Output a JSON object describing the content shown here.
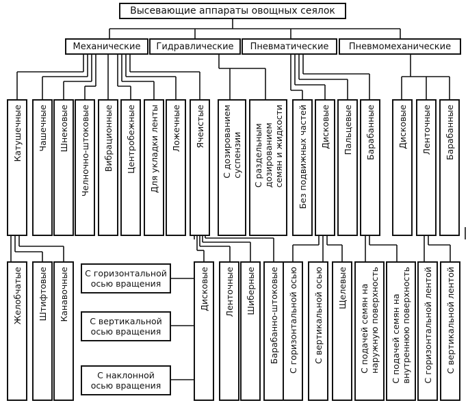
{
  "root": {
    "label": "Высевающие аппараты овощных сеялок"
  },
  "groups": {
    "mechanical": "Механические",
    "hydraulic": "Гидравлические",
    "pneumatic": "Пневматические",
    "pneumomechanical": "Пневмомеханические"
  },
  "level2": {
    "katushechnye": "Катушечные",
    "chashechnye": "Чашечные",
    "shnekovye": "Шнековые",
    "chelnochno": "Челночно-штоковые",
    "vibracionnye": "Вибрационные",
    "centrobezhnye": "Центробежные",
    "ukladka": "Для укладки ленты",
    "lozhechnye": "Ложечные",
    "yacheistye": "Ячеистые",
    "dozirovanie_suspenzii": "С дозированием\nсуспензии",
    "razdelnoe_dozirovanie": "С раздельным\nдозированием\nсемян и жидкости",
    "bez_podvizhnyh": "Без подвижных частей",
    "diskovye_pn": "Дисковые",
    "palcevye": "Пальцевые",
    "barabannye_pn": "Барабанные",
    "diskovye_pm": "Дисковые",
    "lentochnye_pm": "Ленточные",
    "barabannye_pm": "Барабанные"
  },
  "level3": {
    "zhelobchatye": "Желобчатые",
    "shtiftovye": "Штифтовые",
    "kanavochnye": "Канавочные",
    "horizontal_axis": "С горизонтальной\nосью вращения",
    "vertical_axis": "С вертикальной\nосью вращения",
    "inclined_axis": "С наклонной\nосью вращения",
    "diskovye_ya": "Дисковые",
    "lentochnye_ya": "Ленточные",
    "shibernye": "Шиберные",
    "barabanno_shtokovye": "Барабанно-штоковые",
    "gorizontalnoy_osyu": "С горизонтальной осью",
    "vertikalnoy_osyu": "С вертикальной осью",
    "shchelevye": "Щелевые",
    "naruzhnuyu": "С подачей семян на\nнаружную поверхность",
    "vnutrennyuyu": "С подачей семян на\nвнутреннюю поверхность",
    "gorizontalnoy_lentoy": "С горизонтальной лентой",
    "vertikalnoy_lentoy": "С вертикальной лентой"
  }
}
